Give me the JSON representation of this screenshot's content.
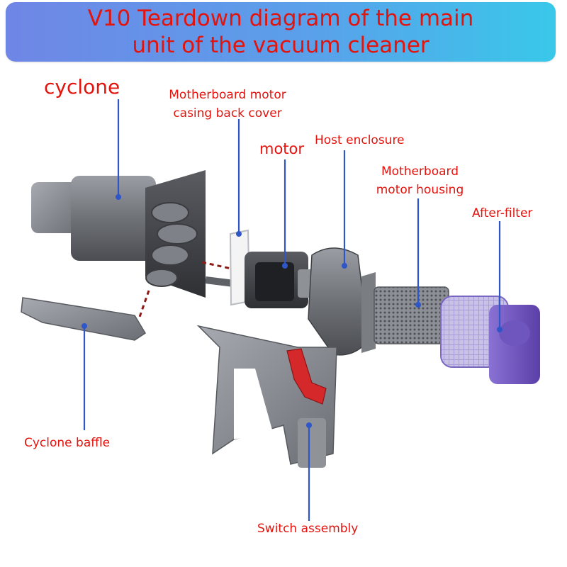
{
  "title": "V10 Teardown diagram of the main\nunit of the vacuum cleaner",
  "labels": {
    "cyclone": "cyclone",
    "back_cover": "Motherboard motor\ncasing back cover",
    "motor": "motor",
    "host_enclosure": "Host enclosure",
    "motor_housing": "Motherboard\nmotor housing",
    "after_filter": "After-filter",
    "cyclone_baffle": "Cyclone baffle",
    "switch_assembly": "Switch assembly"
  },
  "colors": {
    "label_text": "#e3130d",
    "leader_line": "#2f56c8",
    "after_filter_body": "#6b4fb8",
    "trigger_red": "#d4282a"
  }
}
